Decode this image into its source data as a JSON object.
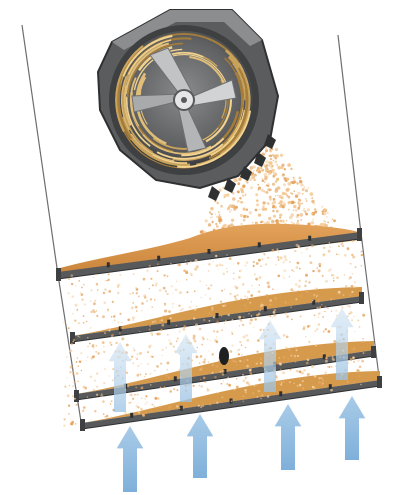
{
  "diagram": {
    "drum": {
      "parts": [
        "housing",
        "drum-interior",
        "straw-layer",
        "rotor-blades",
        "rotor-hub",
        "teeth"
      ]
    },
    "shelves": {
      "count": 4,
      "rail_color": "#58595b",
      "material_color": "#d69a4c"
    },
    "airflow": {
      "arrow_color": "#8fb8dc",
      "arrow_count_below": 4,
      "arrow_count_inside": 4
    },
    "colors": {
      "chamber_wall": "#6d6e70",
      "housing_dark": "#3f4042",
      "housing_mid": "#7b7c7e",
      "straw": "#c9a35c",
      "particles": "#e5a45f"
    }
  }
}
